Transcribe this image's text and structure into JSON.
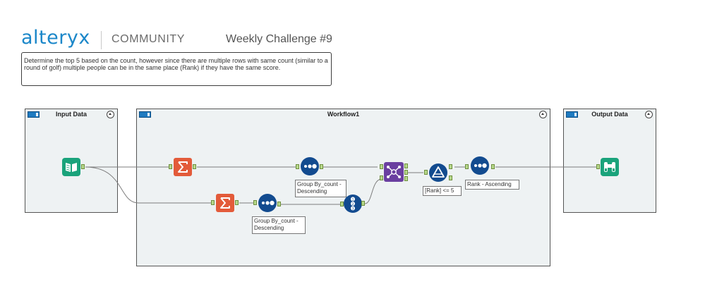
{
  "header": {
    "logo_text": "alteryx",
    "community_text": "COMMUNITY",
    "challenge_title": "Weekly Challenge #9"
  },
  "description": "Determine the top 5 based on the count, however since there are multiple rows with same count (similar to a round of golf) multiple people can be in the same place (Rank) if they have the same score.",
  "containers": {
    "input": {
      "title": "Input Data"
    },
    "workflow": {
      "title": "Workflow1"
    },
    "output": {
      "title": "Output Data"
    }
  },
  "annotations": {
    "group_by_top": "Group By_count - Descending",
    "group_by_bottom": "Group By_count - Descending",
    "filter": "[Rank] <= 5",
    "rank": "Rank - Ascending"
  },
  "icons": {
    "input_tool": "book-icon",
    "summarize_tool": "sigma-icon",
    "sort_tool": "sort-dots-icon",
    "record_id_tool": "record-id-icon",
    "join_tool": "join-icon",
    "filter_tool": "filter-icon",
    "browse_tool": "binoculars-icon"
  },
  "colors": {
    "brand": "#1b87c9",
    "container_bg": "#eef2f3",
    "input_tool": "#1aa37b",
    "summarize_tool": "#e35b3a",
    "sort_tool": "#124b8f",
    "join_tool": "#6a3fa0",
    "anchor": "#b7d98b"
  }
}
